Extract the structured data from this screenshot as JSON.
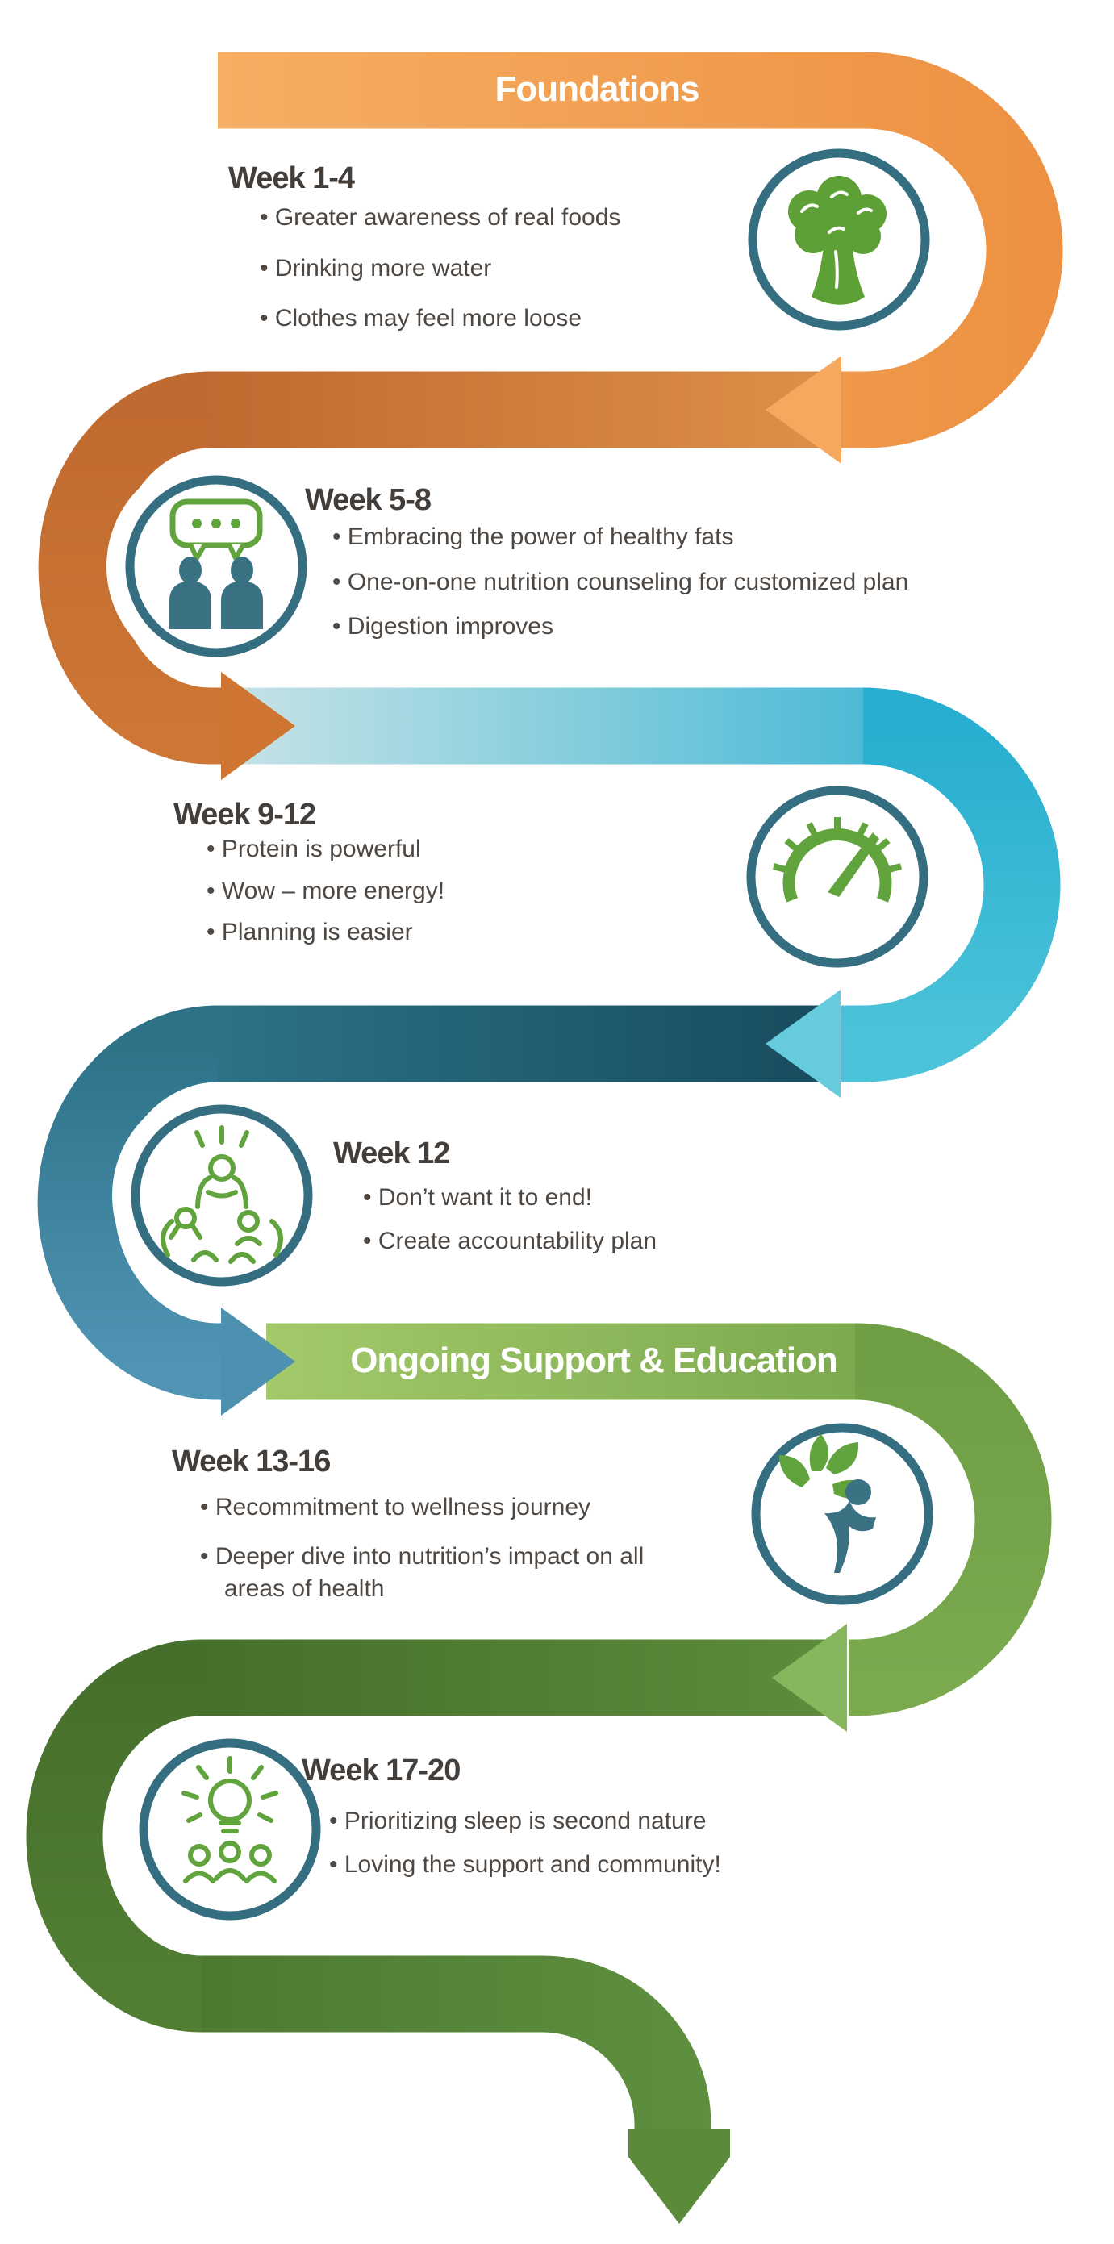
{
  "phases": [
    {
      "label": "Foundations",
      "color": "#ee9447"
    },
    {
      "label": "Ongoing Support & Education",
      "color": "#79a84d"
    }
  ],
  "sections": [
    {
      "title": "Week 1-4",
      "icon": "broccoli-icon",
      "bullets": [
        "Greater awareness of real foods",
        "Drinking more water",
        "Clothes may feel more loose"
      ]
    },
    {
      "title": "Week 5-8",
      "icon": "conversation-icon",
      "bullets": [
        "Embracing the power of healthy fats",
        "One-on-one nutrition counseling for customized plan",
        "Digestion improves"
      ]
    },
    {
      "title": "Week 9-12",
      "icon": "gauge-icon",
      "bullets": [
        "Protein is powerful",
        "Wow – more energy!",
        "Planning is easier"
      ]
    },
    {
      "title": "Week 12",
      "icon": "celebration-icon",
      "bullets": [
        "Don’t want it to end!",
        "Create accountability plan"
      ]
    },
    {
      "title": "Week 13-16",
      "icon": "growth-icon",
      "bullets": [
        "Recommitment to wellness journey",
        "Deeper dive into nutrition’s impact on all areas of health"
      ]
    },
    {
      "title": "Week 17-20",
      "icon": "lightbulb-crowd-icon",
      "bullets": [
        "Prioritizing sleep is second nature",
        "Loving the support and community!"
      ]
    }
  ],
  "colors": {
    "orange": "#ee9447",
    "orange_dark": "#c16c31",
    "cyan": "#29b1d3",
    "teal_dark": "#1b5265",
    "steel_blue": "#4e90b0",
    "green": "#79a84d",
    "green_dark": "#4d7a32",
    "ring_teal": "#356e81",
    "icon_green": "#61a33c",
    "heading_text": "#443e3a",
    "body_text": "#4e4742",
    "phase_text": "#ffffff"
  }
}
